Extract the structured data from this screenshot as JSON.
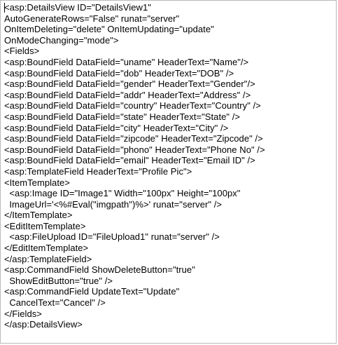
{
  "editor": {
    "lines": [
      "<asp:DetailsView ID=\"DetailsView1\"",
      "AutoGenerateRows=\"False\" runat=\"server\"",
      "OnItemDeleting=\"delete\" OnItemUpdating=\"update\"",
      "OnModeChanging=\"mode\">",
      "<Fields>",
      "<asp:BoundField DataField=\"uname\" HeaderText=\"Name\"/>",
      "<asp:BoundField DataField=\"dob\" HeaderText=\"DOB\" />",
      "<asp:BoundField DataField=\"gender\" HeaderText=\"Gender\"/>",
      "<asp:BoundField DataField=\"addr\" HeaderText=\"Address\" />",
      "<asp:BoundField DataField=\"country\" HeaderText=\"Country\" />",
      "<asp:BoundField DataField=\"state\" HeaderText=\"State\" />",
      "<asp:BoundField DataField=\"city\" HeaderText=\"City\" />",
      "<asp:BoundField DataField=\"zipcode\" HeaderText=\"Zipcode\" />",
      "<asp:BoundField DataField=\"phono\" HeaderText=\"Phone No\" />",
      "<asp:BoundField DataField=\"email\" HeaderText=\"Email ID\" />",
      "<asp:TemplateField HeaderText=\"Profile Pic\">",
      "<ItemTemplate>",
      "  <asp:Image ID=\"Image1\" Width=\"100px\" Height=\"100px\"",
      "  ImageUrl='<%#Eval(\"imgpath\")%>' runat=\"server\" />",
      "</ItemTemplate>",
      "<EditItemTemplate>",
      "  <asp:FileUpload ID=\"FileUpload1\" runat=\"server\" />",
      "</EditItemTemplate>",
      "</asp:TemplateField>",
      "<asp:CommandField ShowDeleteButton=\"true\"",
      "  ShowEditButton=\"true\" />",
      "<asp:CommandField UpdateText=\"Update\"",
      "  CancelText=\"Cancel\" />",
      "</Fields>",
      "</asp:DetailsView>"
    ]
  }
}
